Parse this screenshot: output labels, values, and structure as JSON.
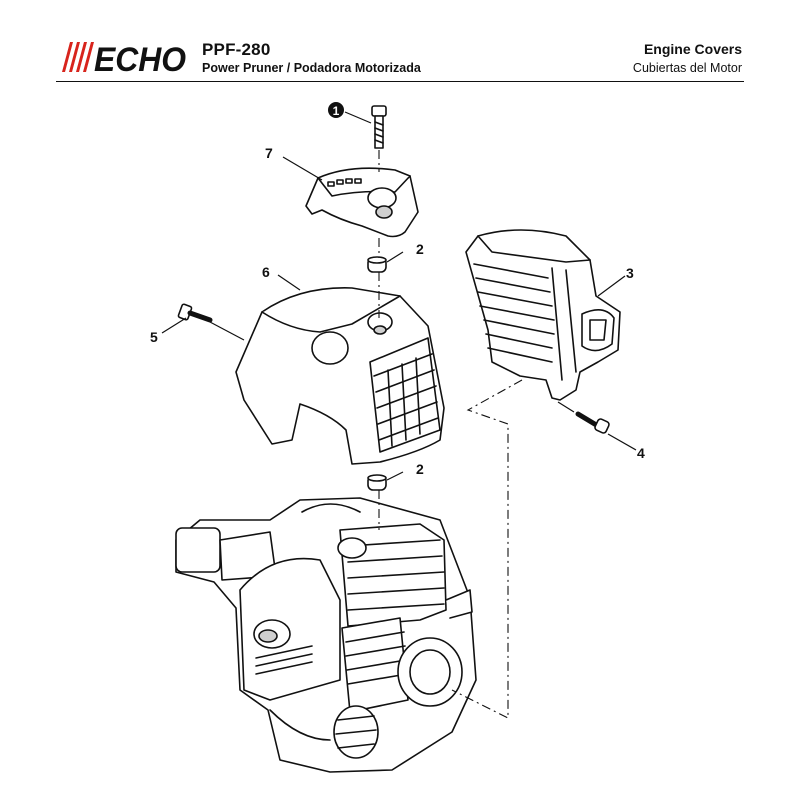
{
  "header": {
    "brand": "ECHO",
    "model": "PPF-280",
    "subtitle": "Power Pruner / Podadora Motorizada",
    "section_en": "Engine Covers",
    "section_es": "Cubiertas del Motor"
  },
  "callouts": {
    "c1": "1",
    "c2a": "2",
    "c2b": "2",
    "c3": "3",
    "c4": "4",
    "c5": "5",
    "c6": "6",
    "c7": "7"
  },
  "colors": {
    "brand_red": "#d8241c",
    "ink": "#111111",
    "part_fill": "#ffffff",
    "shade": "#cfcfcf"
  }
}
